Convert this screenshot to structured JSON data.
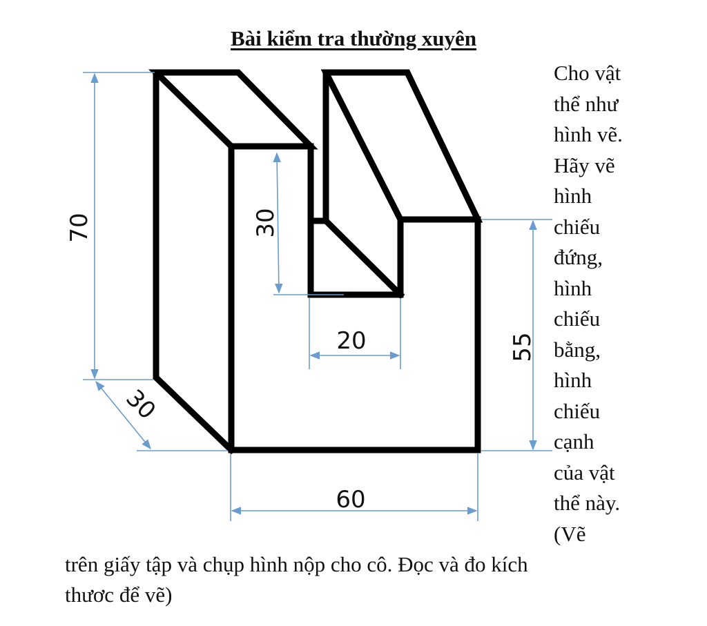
{
  "title": "Bài kiểm tra thường xuyên",
  "instructions": {
    "side_lines": [
      "Cho vật",
      "thể như",
      "hình vẽ.",
      "Hãy vẽ",
      "hình",
      "chiếu",
      "đứng,",
      "hình",
      "chiếu",
      "bằng,",
      "hình",
      "chiếu",
      "cạnh",
      "của vật",
      "thể này.",
      "(Vẽ"
    ],
    "bottom_lines": [
      "trên giấy tập và chụp hình nộp cho cô. Đọc và đo kích",
      "thươc để vẽ)"
    ]
  },
  "drawing": {
    "description": "Isometric-style drawing of a U-shaped block with a slot",
    "line_color": "#000000",
    "dimension_color": "#6a9ccf",
    "dimensions": {
      "total_height": "70",
      "depth": "30",
      "slot_depth": "30",
      "slot_width": "20",
      "right_height": "55",
      "total_width": "60"
    }
  }
}
